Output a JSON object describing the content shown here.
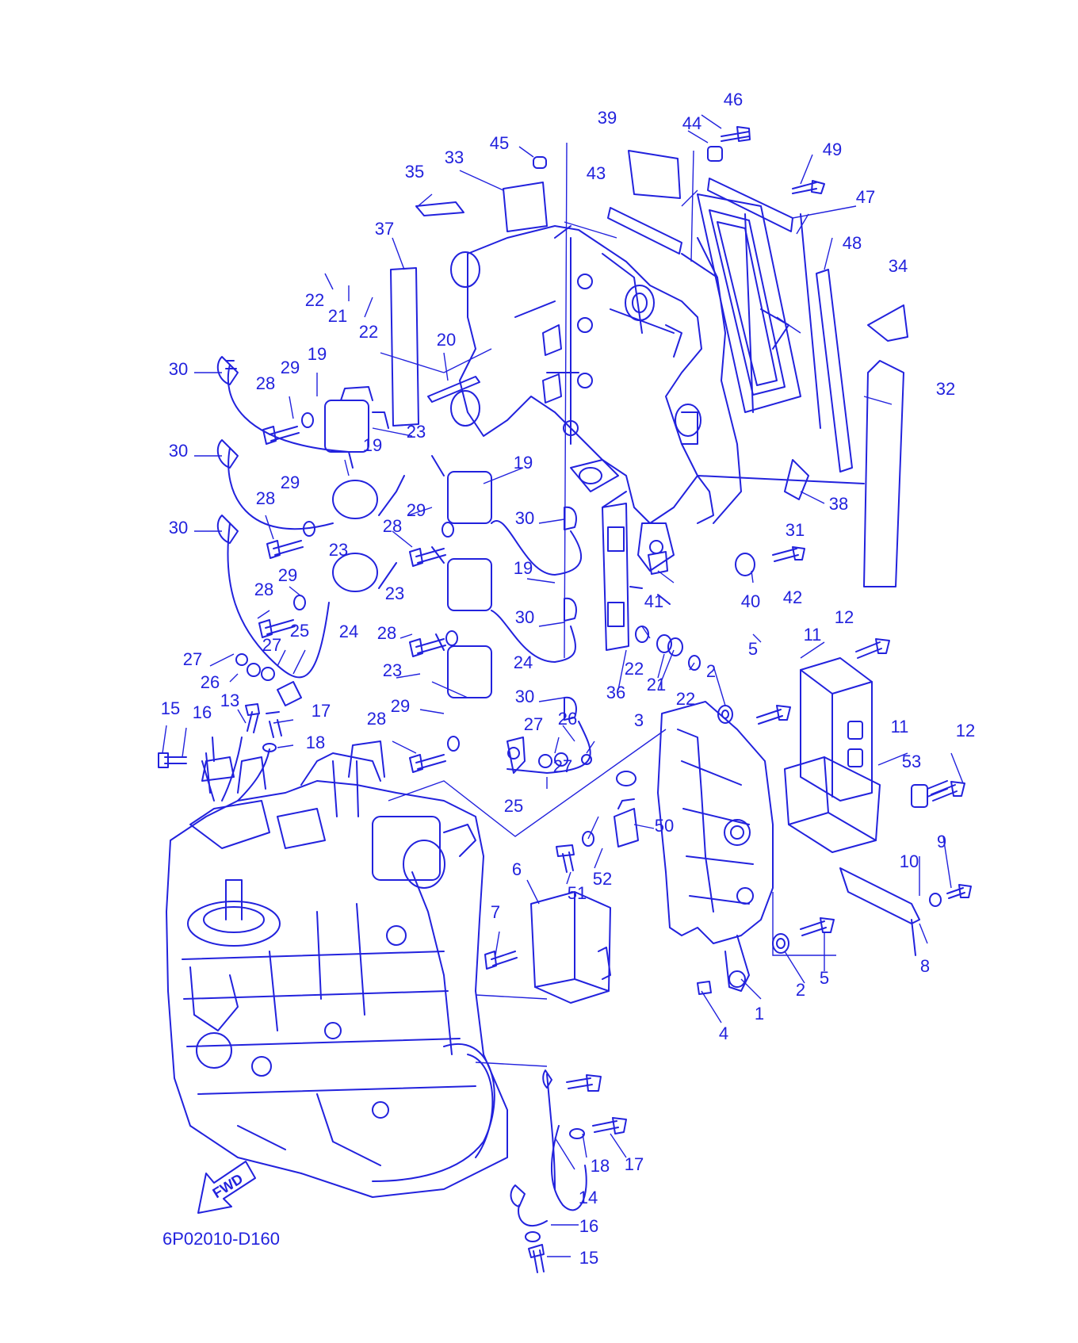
{
  "diagram": {
    "code": "6P02010-D160",
    "fwd_label": "FWD",
    "ink_color": "#2222dd",
    "background": "#ffffff"
  },
  "callouts": [
    "46",
    "39",
    "44",
    "45",
    "49",
    "33",
    "43",
    "47",
    "35",
    "48",
    "37",
    "34",
    "22",
    "21",
    "22",
    "20",
    "32",
    "30",
    "29",
    "19",
    "28",
    "23",
    "30",
    "19",
    "19",
    "29",
    "28",
    "30",
    "28",
    "38",
    "31",
    "30",
    "29",
    "23",
    "42",
    "40",
    "41",
    "28",
    "19",
    "23",
    "29",
    "24",
    "25",
    "28",
    "30",
    "12",
    "27",
    "22",
    "21",
    "5",
    "11",
    "27",
    "26",
    "22",
    "2",
    "23",
    "24",
    "36",
    "15",
    "13",
    "17",
    "30",
    "16",
    "18",
    "29",
    "26",
    "28",
    "27",
    "11",
    "12",
    "3",
    "53",
    "25",
    "50",
    "27",
    "9",
    "10",
    "52",
    "51",
    "6",
    "7",
    "8",
    "2",
    "5",
    "4",
    "1",
    "17",
    "18",
    "14",
    "16",
    "15"
  ]
}
